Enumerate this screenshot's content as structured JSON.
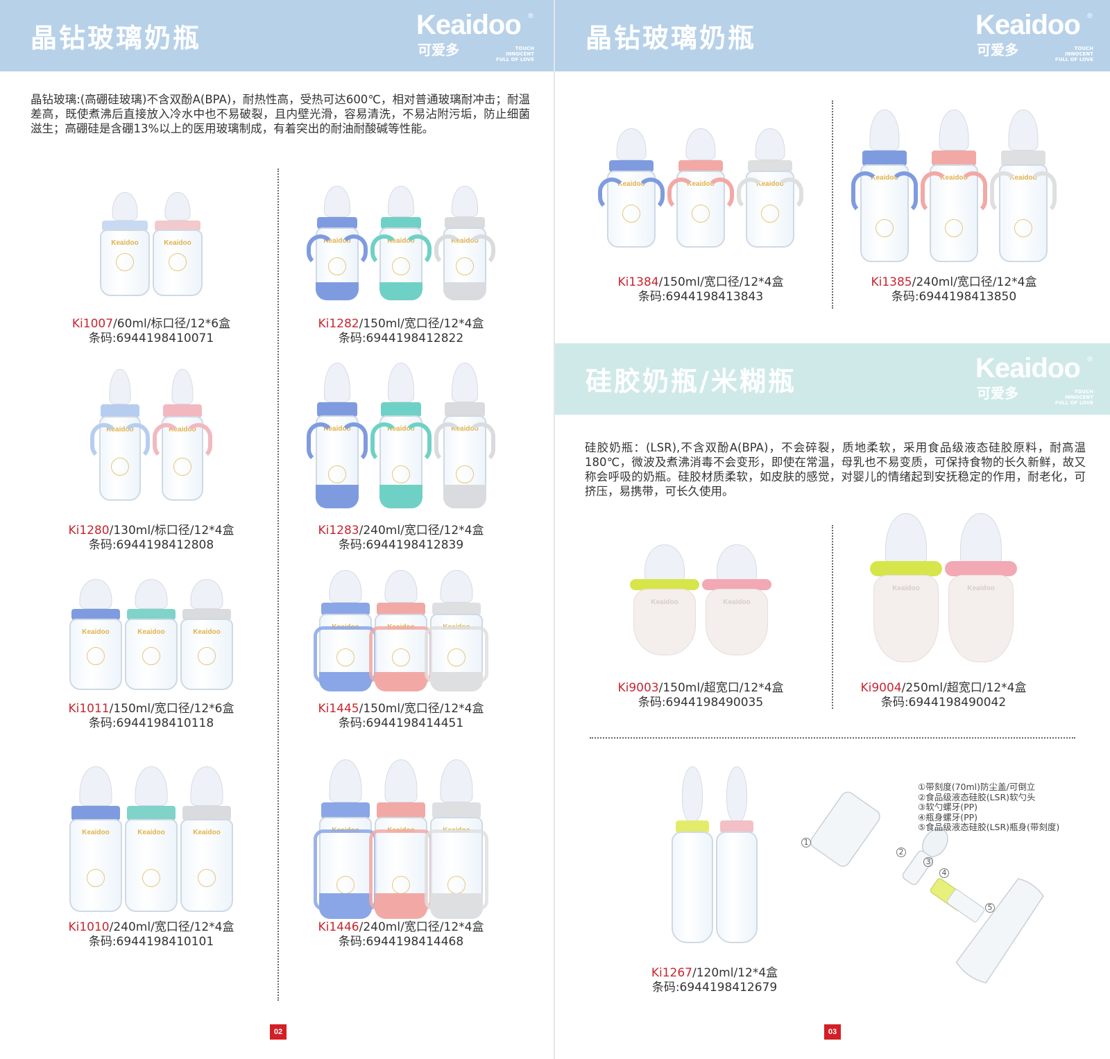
{
  "brand": {
    "name": "Keaidoo",
    "reg": "®",
    "cn": "可爱多",
    "tagline": [
      "TOUCH",
      "INNOCENT",
      "FULL OF LOVE"
    ]
  },
  "left_page": {
    "banner_title": "晶钻玻璃奶瓶",
    "description": "晶钻玻璃:(高硼硅玻璃)不含双酚A(BPA)，耐热性高，受热可达600℃，相对普通玻璃耐冲击；耐温差高，既使煮沸后直接放入冷水中也不易破裂，且内壁光滑，容易清洗，不易沾附污垢，防止细菌滋生；高硼硅是含硼13%以上的医用玻璃制成，有着突出的耐油耐酸碱等性能。",
    "products": [
      {
        "code": "Ki1007",
        "spec": "/60ml/标口径/12*6盒",
        "barcode": "条码:6944198410071",
        "colors": [
          "#c8daf2",
          "#f2c9cd"
        ],
        "handles": false,
        "wide": false,
        "base": false,
        "frame": false
      },
      {
        "code": "Ki1282",
        "spec": "/150ml/宽口径/12*4盒",
        "barcode": "条码:6944198412822",
        "colors": [
          "#7f9be0",
          "#6fd1c5",
          "#d9dbde"
        ],
        "handles": true,
        "wide": true,
        "base": true,
        "frame": false
      },
      {
        "code": "Ki1280",
        "spec": "/130ml/标口径/12*4盒",
        "barcode": "条码:6944198412808",
        "colors": [
          "#b7cdf0",
          "#f2b8c0"
        ],
        "handles": true,
        "wide": false,
        "base": false,
        "frame": false
      },
      {
        "code": "Ki1283",
        "spec": "/240ml/宽口径/12*4盒",
        "barcode": "条码:6944198412839",
        "colors": [
          "#7f9be0",
          "#6fd1c5",
          "#d9dbde"
        ],
        "handles": true,
        "wide": true,
        "base": true,
        "frame": false
      },
      {
        "code": "Ki1011",
        "spec": "/150ml/宽口径/12*6盒",
        "barcode": "条码:6944198410118",
        "colors": [
          "#7f9be0",
          "#7fd3c9",
          "#d9dbde"
        ],
        "handles": false,
        "wide": true,
        "base": false,
        "frame": false
      },
      {
        "code": "Ki1445",
        "spec": "/150ml/宽口径/12*4盒",
        "barcode": "条码:6944198414451",
        "colors": [
          "#8aa6e6",
          "#f2a9a5",
          "#dedfe1"
        ],
        "handles": false,
        "wide": true,
        "base": true,
        "frame": true
      },
      {
        "code": "Ki1010",
        "spec": "/240ml/宽口径/12*4盒",
        "barcode": "条码:6944198410101",
        "colors": [
          "#7f9be0",
          "#7fd3c9",
          "#d9dbde"
        ],
        "handles": false,
        "wide": true,
        "base": false,
        "frame": false
      },
      {
        "code": "Ki1446",
        "spec": "/240ml/宽口径/12*4盒",
        "barcode": "条码:6944198414468",
        "colors": [
          "#8aa6e6",
          "#f2a9a5",
          "#dedfe1"
        ],
        "handles": false,
        "wide": true,
        "base": true,
        "frame": true
      }
    ],
    "page_number": "02"
  },
  "right_page": {
    "banner_title": "晶钻玻璃奶瓶",
    "products_top": [
      {
        "code": "Ki1384",
        "spec": "/150ml/宽口径/12*4盒",
        "barcode": "条码:6944198413843",
        "colors": [
          "#7f9be0",
          "#f2a9a5",
          "#dedfe1"
        ]
      },
      {
        "code": "Ki1385",
        "spec": "/240ml/宽口径/12*4盒",
        "barcode": "条码:6944198413850",
        "colors": [
          "#7f9be0",
          "#f2a9a5",
          "#dedfe1"
        ]
      }
    ],
    "section2_title": "硅胶奶瓶/米糊瓶",
    "section2_description": "硅胶奶瓶：(LSR),不含双酚A(BPA)，不会碎裂，质地柔软，采用食品级液态硅胶原料，耐高温180℃，微波及煮沸消毒不会变形，即使在常温，母乳也不易变质，可保持食物的长久新鲜，故又称会呼吸的奶瓶。硅胶材质柔软，如皮肤的感觉，对婴儿的情绪起到安抚稳定的作用，耐老化，可挤压，易携带，可长久使用。",
    "silicone_products": [
      {
        "code": "Ki9003",
        "spec": "/150ml/超宽口/12*4盒",
        "barcode": "条码:6944198490035",
        "colors": [
          "#d6e64a",
          "#f2a9b4"
        ]
      },
      {
        "code": "Ki9004",
        "spec": "/250ml/超宽口/12*4盒",
        "barcode": "条码:6944198490042",
        "colors": [
          "#d6e64a",
          "#f2a9b4"
        ]
      }
    ],
    "spoon_product": {
      "code": "Ki1267",
      "spec": "/120ml/12*4盒",
      "barcode": "条码:6944198412679",
      "colors": [
        "#e2ec6a",
        "#f2c0c6"
      ]
    },
    "parts_list": [
      "①带刻度(70ml)防尘盖/可倒立",
      "②食品级液态硅胶(LSR)软勺头",
      "③软勺螺牙(PP)",
      "④瓶身螺牙(PP)",
      "⑤食品级液态硅胶(LSR)瓶身(带刻度)"
    ],
    "part_markers": [
      "1",
      "2",
      "3",
      "4",
      "5"
    ],
    "page_number": "03"
  }
}
